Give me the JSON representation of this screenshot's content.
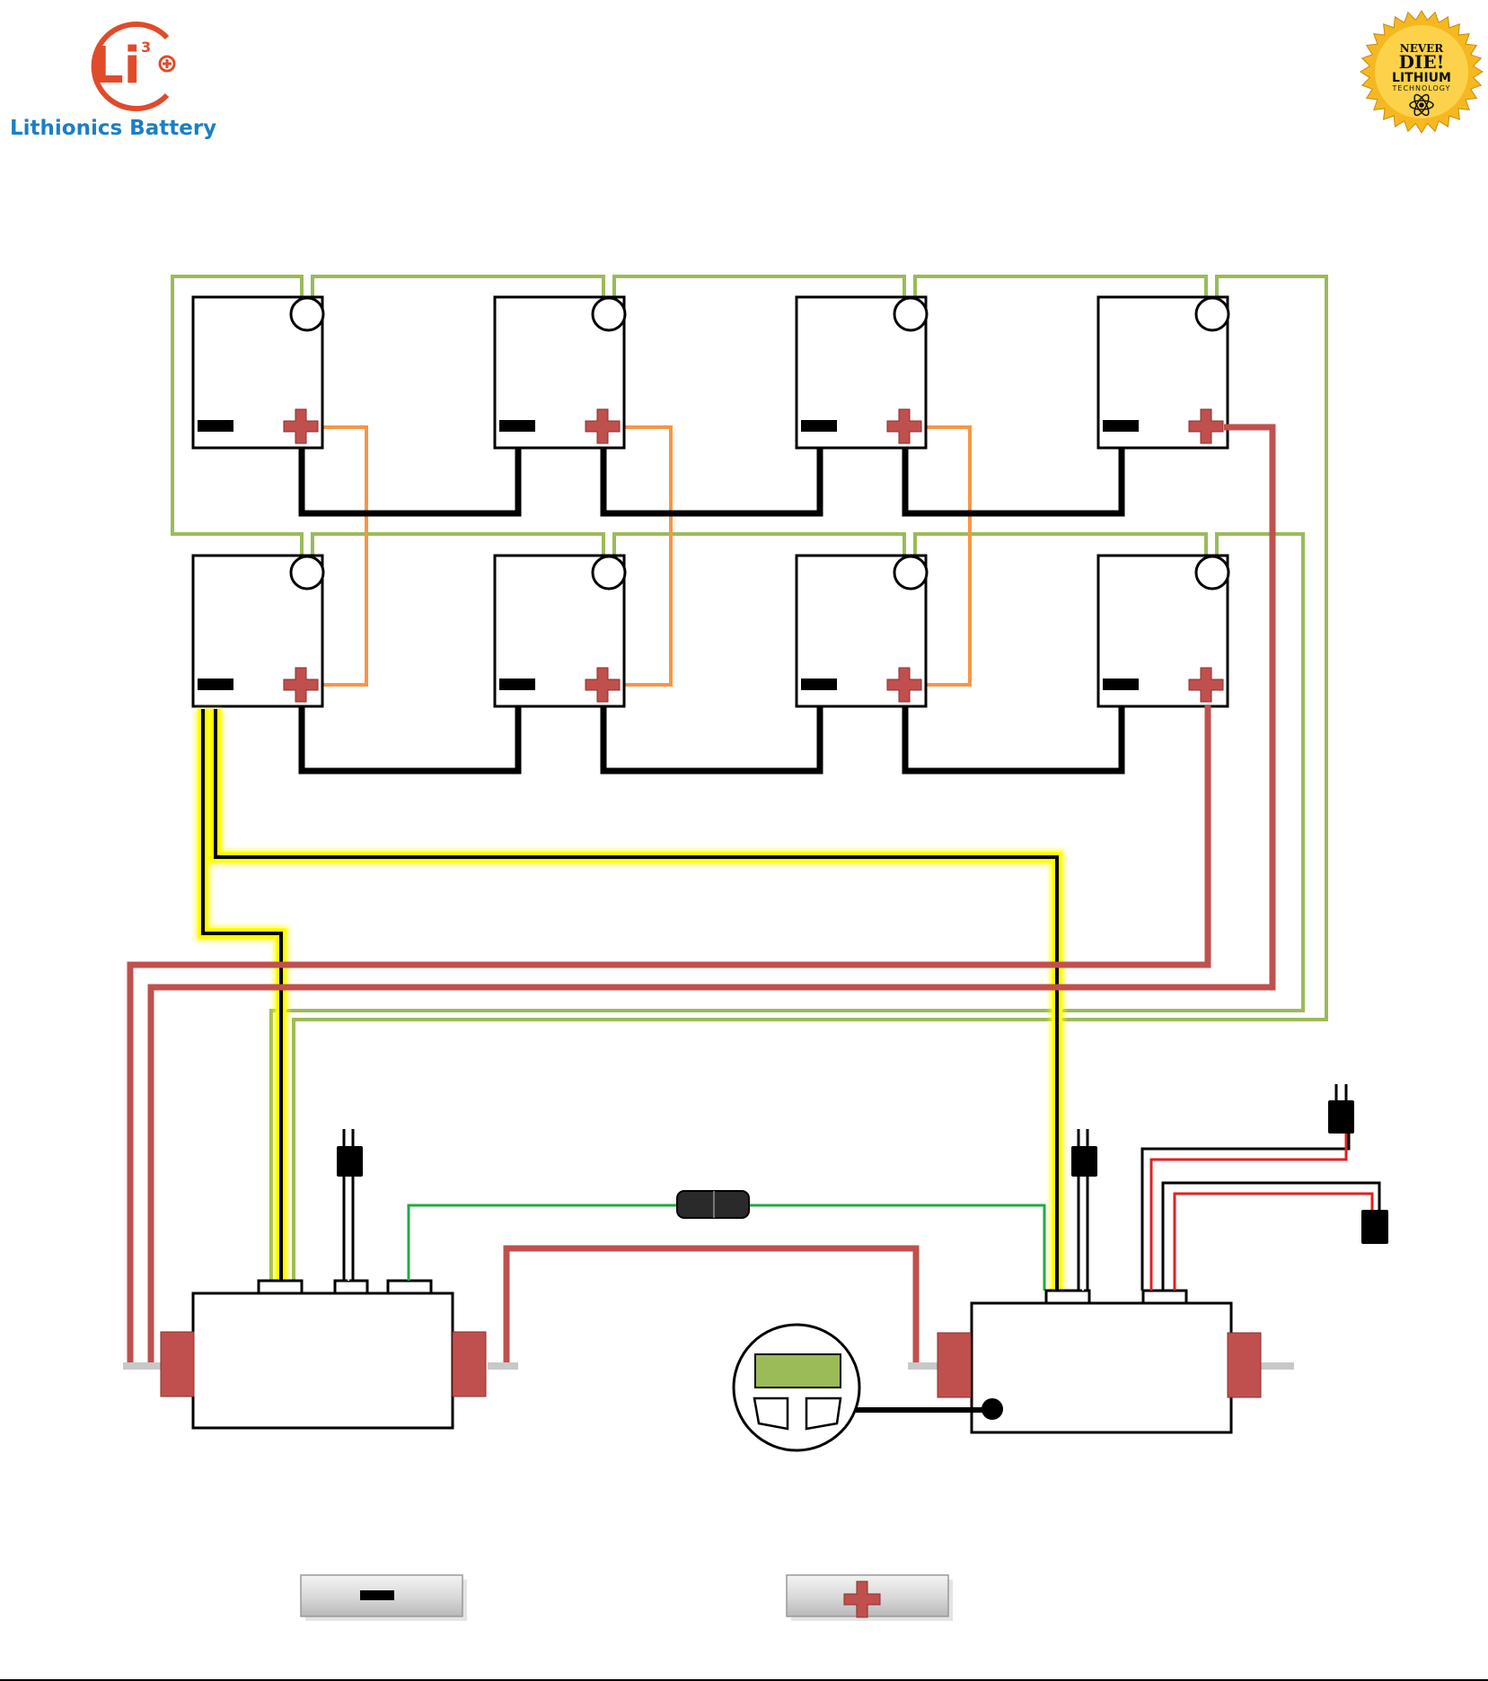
{
  "brand": {
    "logo_text": "Li",
    "logo_superscript": "3",
    "name": "Lithionics Battery",
    "color": "#e04b2a",
    "name_color": "#1a7fc6"
  },
  "badge": {
    "line1": "NEVER",
    "line2": "DIE!",
    "line3": "LITHIUM",
    "line4": "TECHNOLOGY",
    "color": "#f5b820"
  },
  "colors": {
    "positive": "#c0504d",
    "negative": "#000000",
    "balance": "#9bbb59",
    "bridge": "#f79646",
    "sense": "#ffff00",
    "comm": "#22aa44",
    "signal_red": "#e02020",
    "display": "#9bbb59"
  },
  "diagram": {
    "battery_count": 8,
    "terminal_bar_negative_icon": "minus-icon",
    "terminal_bar_positive_icon": "plus-icon"
  }
}
